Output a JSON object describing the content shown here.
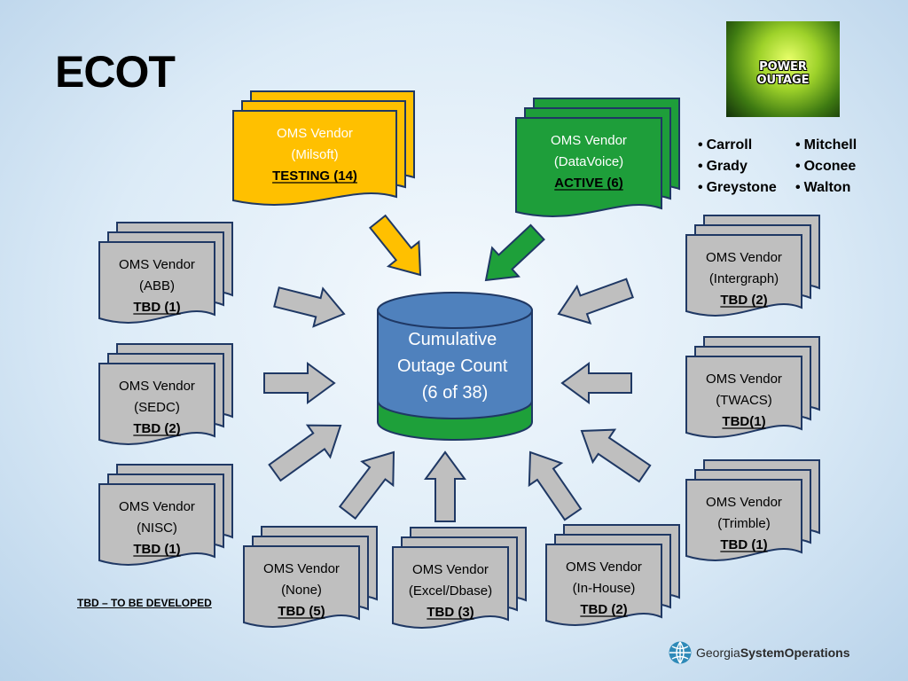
{
  "slide": {
    "title": "ECOT",
    "footnote": "TBD – TO BE DEVELOPED",
    "logo": {
      "text_light": "Georgia",
      "text_bold": "SystemOperations"
    },
    "photo": {
      "caption": "POWER OUTAGE"
    }
  },
  "center": {
    "lines": [
      "Cumulative",
      "Outage Count",
      "(6 of 38)"
    ]
  },
  "counties": {
    "left": [
      "Carroll",
      "Grady",
      "Greystone"
    ],
    "right": [
      "Mitchell",
      "Oconee",
      "Walton"
    ]
  },
  "vendors": [
    {
      "id": "milsoft",
      "line1": "OMS Vendor",
      "line2": "(Milsoft)",
      "status": "TESTING (14)",
      "kind": "testing"
    },
    {
      "id": "datavoice",
      "line1": "OMS Vendor",
      "line2": "(DataVoice)",
      "status": "ACTIVE (6)",
      "kind": "active"
    },
    {
      "id": "abb",
      "line1": "OMS Vendor",
      "line2": "(ABB)",
      "status": "TBD (1)",
      "kind": "tbd"
    },
    {
      "id": "sedc",
      "line1": "OMS Vendor",
      "line2": "(SEDC)",
      "status": "TBD (2)",
      "kind": "tbd"
    },
    {
      "id": "nisc",
      "line1": "OMS Vendor",
      "line2": "(NISC)",
      "status": "TBD (1)",
      "kind": "tbd"
    },
    {
      "id": "none",
      "line1": "OMS Vendor",
      "line2": "(None)",
      "status": "TBD (5)",
      "kind": "tbd"
    },
    {
      "id": "excel",
      "line1": "OMS Vendor",
      "line2": "(Excel/Dbase)",
      "status": "TBD (3)",
      "kind": "tbd"
    },
    {
      "id": "inhouse",
      "line1": "OMS Vendor",
      "line2": "(In-House)",
      "status": "TBD (2)",
      "kind": "tbd"
    },
    {
      "id": "trimble",
      "line1": "OMS Vendor",
      "line2": "(Trimble)",
      "status": "TBD (1)",
      "kind": "tbd"
    },
    {
      "id": "twacs",
      "line1": "OMS Vendor",
      "line2": "(TWACS)",
      "status": "TBD(1)",
      "kind": "tbd"
    },
    {
      "id": "intergraph",
      "line1": "OMS Vendor",
      "line2": "(Intergraph)",
      "status": "TBD (2)",
      "kind": "tbd"
    }
  ],
  "colors": {
    "testing_fill": "#ffc000",
    "active_fill": "#1e9e3a",
    "tbd_fill": "#bfbfbf",
    "shape_stroke": "#1f3864",
    "cylinder_blue": "#4f81bd",
    "cylinder_green": "#1ea03a",
    "arrow_gray": "#bfbfbf",
    "arrow_yellow": "#ffc000",
    "arrow_green": "#1ea03a"
  }
}
